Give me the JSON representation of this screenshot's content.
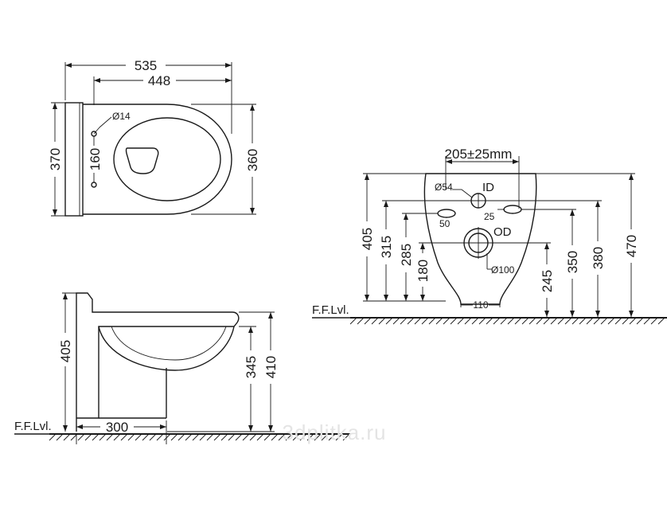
{
  "top_view": {
    "width_total": "535",
    "width_bowl": "448",
    "depth_total": "370",
    "depth_bowl": "360",
    "hole_dia": "Ø14",
    "hole_spacing": "160"
  },
  "side_view": {
    "height_total": "405",
    "height_rim": "345",
    "height_top": "410",
    "base_depth": "300",
    "floor_label": "F.F.Lvl."
  },
  "rear_view": {
    "spacing": "205±25mm",
    "inlet_dia": "Ø54",
    "inlet_label": "ID",
    "outlet_dia": "Ø100",
    "outlet_label": "OD",
    "side_hole_left": "50",
    "side_hole_right": "25",
    "foot_width": "110",
    "h_405": "405",
    "h_315": "315",
    "h_285": "285",
    "h_180": "180",
    "h_245": "245",
    "h_350": "350",
    "h_380": "380",
    "h_470": "470",
    "floor_label": "F.F.Lvl."
  },
  "watermark": "3dplitka.ru",
  "colors": {
    "line": "#1a1a1a",
    "watermark": "#e4e4e4",
    "background": "#ffffff"
  }
}
